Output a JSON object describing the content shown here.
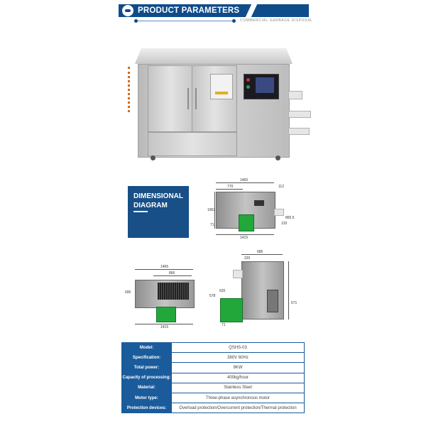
{
  "header": {
    "title": "PRODUCT PARAMETERS",
    "subtitle": "COMMERCIAL GARBAGE DISPOSAL",
    "brand_color": "#0f4c8a"
  },
  "dimensional": {
    "title": "DIMENSIONAL\nDIAGRAM"
  },
  "drawing_front": {
    "labels": [
      "1465",
      "770",
      "112",
      "1962",
      "865.5",
      "71",
      "120",
      "1415"
    ]
  },
  "drawing_top": {
    "labels": [
      "1465",
      "866",
      "695",
      "1415"
    ]
  },
  "drawing_side": {
    "labels": [
      "685",
      "220",
      "578",
      "620",
      "571",
      "71"
    ]
  },
  "specs": {
    "rows": [
      {
        "label": "Model:",
        "value": "QSHS-03"
      },
      {
        "label": "Specification:",
        "value": "380V 60Hz"
      },
      {
        "label": "Total power:",
        "value": "9KW"
      },
      {
        "label": "Capacity of processing:",
        "value": "400kg/hour"
      },
      {
        "label": "Material:",
        "value": "Stainless Steel"
      },
      {
        "label": "Motor type:",
        "value": "Three-phase asynchronous motor"
      },
      {
        "label": "Protection devices:",
        "value": "Overload protection/Overcurrent protection/Thermal protection"
      }
    ]
  }
}
